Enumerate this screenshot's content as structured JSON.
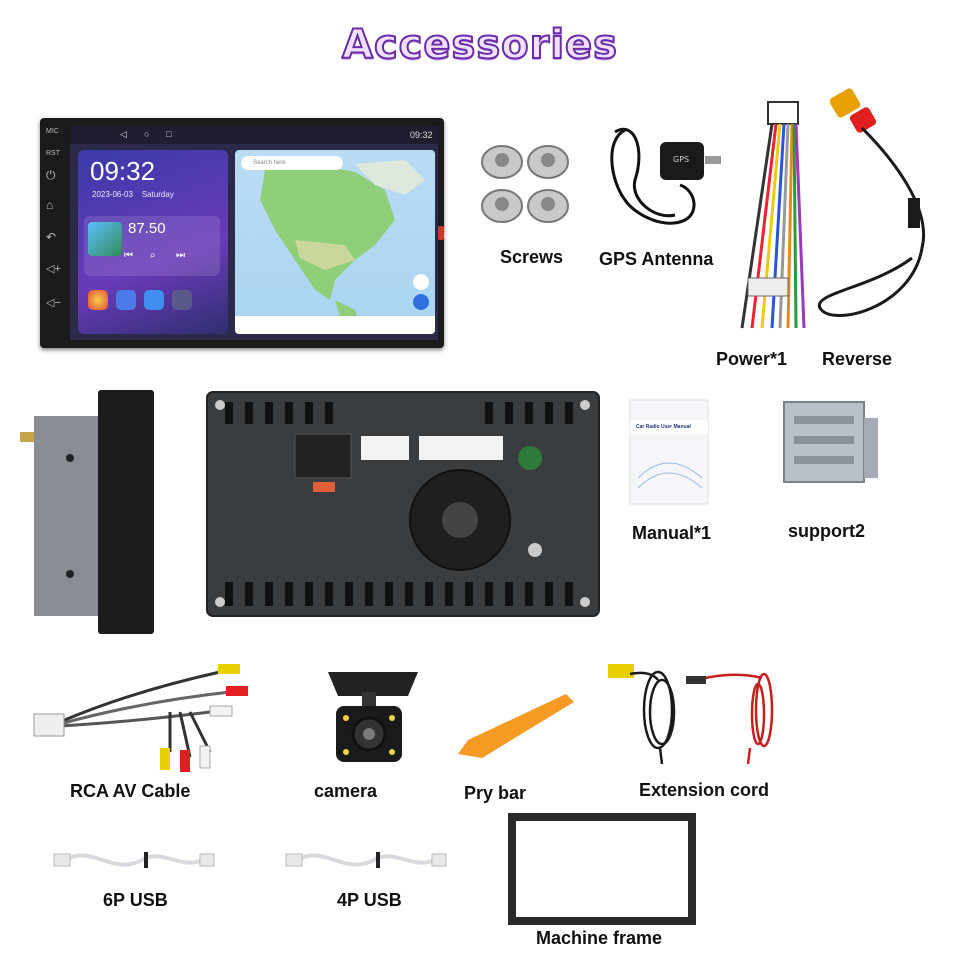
{
  "title": "Accessories",
  "head_unit": {
    "side_labels": [
      "MIC",
      "RST"
    ],
    "status_time": "09:32",
    "clock": "09:32",
    "date": "2023-06-03",
    "weekday": "Saturday",
    "radio_freq": "87.50",
    "search_placeholder": "Search here"
  },
  "items": {
    "screws": "Screws",
    "gps": "GPS Antenna",
    "power": "Power*1",
    "reverse": "Reverse",
    "manual": "Manual*1",
    "manual_cover": "Car Radio User Manual",
    "support": "support2",
    "rca": "RCA AV Cable",
    "camera": "camera",
    "prybar": "Pry bar",
    "extension": "Extension cord",
    "usb6": "6P USB",
    "usb4": "4P USB",
    "frame": "Machine frame"
  },
  "colors": {
    "title_fill": "#efe0ff",
    "title_stroke": "#6a2ba8",
    "pry_bar": "#f59a23",
    "gps_button": "#2f6fe0"
  },
  "icons": [
    "screws-icon",
    "gps-antenna-icon",
    "power-harness-icon",
    "reverse-cable-icon",
    "manual-icon",
    "support-bracket-icon",
    "rca-cable-icon",
    "camera-icon",
    "pry-bar-icon",
    "extension-cord-icon",
    "usb-cable-icon",
    "machine-frame-icon"
  ]
}
